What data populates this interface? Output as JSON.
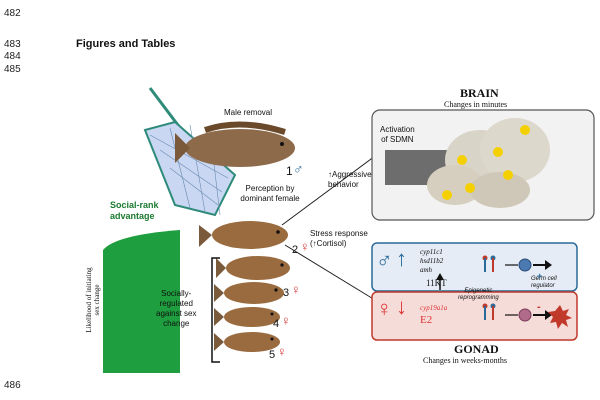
{
  "line_numbers": {
    "l482": "482",
    "l483": "483",
    "l484": "484",
    "l485": "485",
    "l486": "486"
  },
  "header": {
    "title": "Figures and Tables"
  },
  "figure": {
    "male_removal": "Male removal",
    "rank1": "1",
    "perception": "Perception by\ndominant female",
    "aggressive": "↑Aggressive\nbehavior",
    "stress": "Stress response\n(↑Cortisol)",
    "rank2": "2",
    "rank3": "3",
    "rank4": "4",
    "rank5": "5",
    "social_rank": "Social-rank\nadvantage",
    "likelihood": "Likelihood of initiating\nsex change",
    "socially_regulated": "Socially-\nregulated\nagainst sex\nchange",
    "brain": {
      "title": "BRAIN",
      "subtitle": "Changes in minutes",
      "activation": "Activation\nof SDMN"
    },
    "gonad": {
      "genes_male": "cyp11c1\nhsd11b2\namh",
      "hormone_male": "11KT",
      "epigenetic": "Epigenetic\nreprogramming",
      "germ_cell": "Germ cell\nregulator",
      "gene_female": "cyp19a1a",
      "hormone_female": "E2",
      "title": "GONAD",
      "subtitle": "Changes in weeks-months"
    },
    "symbols": {
      "male": "♂",
      "female": "♀",
      "up": "↑",
      "down": "↓",
      "plus": "+",
      "minus": "-"
    }
  },
  "colors": {
    "green": "#1e9e3e",
    "male_blue": "#2a6a9a",
    "female_red": "#c0392b",
    "brain_border": "#555555"
  }
}
